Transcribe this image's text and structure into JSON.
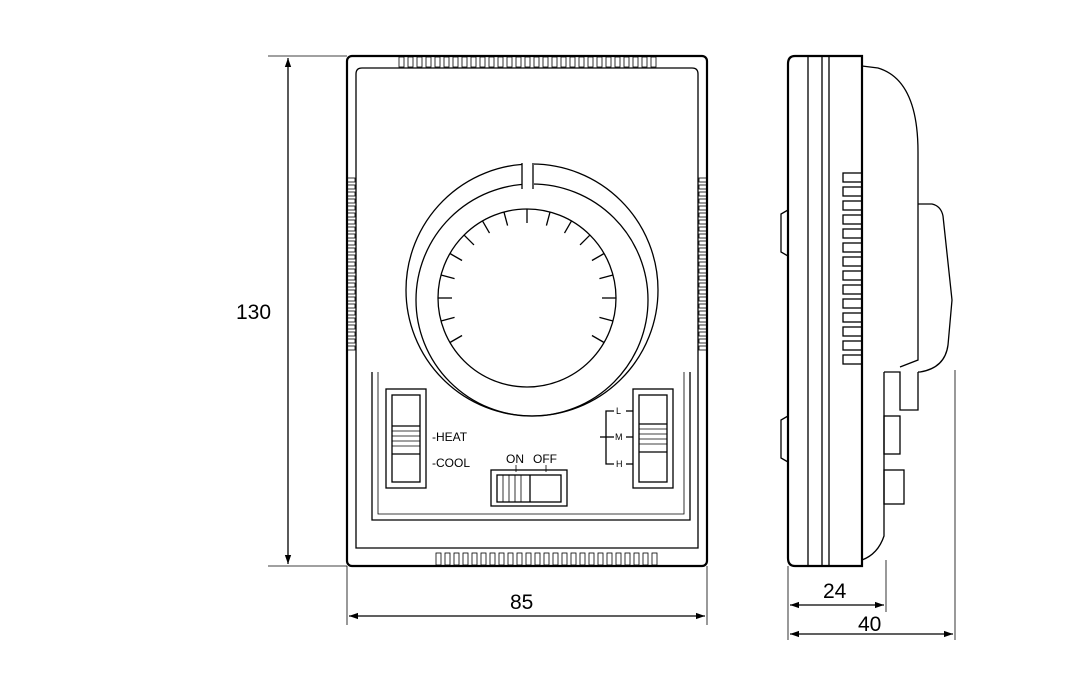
{
  "dimensions": {
    "height": "130",
    "width": "85",
    "depth_body": "24",
    "depth_total": "40"
  },
  "labels": {
    "heat": "-HEAT",
    "cool": "-COOL",
    "on": "ON",
    "off": "OFF",
    "speed_low": "L",
    "speed_mid": "M",
    "speed_high": "H"
  },
  "colors": {
    "line": "#000000",
    "background": "#ffffff"
  }
}
